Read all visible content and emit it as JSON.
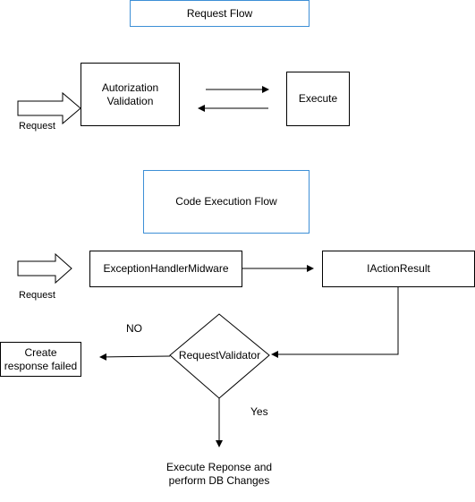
{
  "nodes": {
    "request_flow": "Request Flow",
    "auth_validation_line1": "Autorization",
    "auth_validation_line2": "Validation",
    "execute": "Execute",
    "request_1": "Request",
    "code_execution_flow": "Code Execution Flow",
    "exception_handler": "ExceptionHandlerMidware",
    "iaction_result": "IActionResult",
    "request_2": "Request",
    "request_validator": "RequestValidator",
    "create_failed_line1": "Create",
    "create_failed_line2": "response failed",
    "execute_response_line1": "Execute Reponse and",
    "execute_response_line2": "perform DB Changes"
  },
  "edges": {
    "no_label": "NO",
    "yes_label": "Yes"
  },
  "colors": {
    "title_border": "#3d8fd6",
    "stroke": "#000000",
    "background": "#ffffff"
  }
}
